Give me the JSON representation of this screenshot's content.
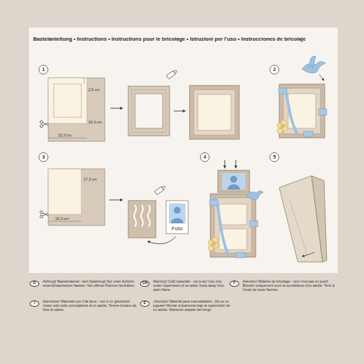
{
  "diagram": {
    "title": "Bastelanleitung • Instructions • Instructions pour le bricolage • Istruzioni per l’uso • Instrucciones de bricolaje",
    "nodes": [
      {
        "text": [
          "1"
        ]
      },
      {
        "text": [
          "2"
        ]
      },
      {
        "text": [
          "3"
        ]
      },
      {
        "text": [
          "Foto"
        ]
      },
      {
        "text": [
          "4"
        ]
      },
      {
        "text": [
          "5"
        ]
      },
      {
        "text": [
          "D"
        ]
      },
      {
        "text": [
          "GB"
        ]
      },
      {
        "text": [
          "F"
        ]
      },
      {
        "text": [
          "I"
        ]
      },
      {
        "text": [
          "E"
        ]
      }
    ],
    "labels": [
      "2,5 cm",
      "20,3 cm",
      "15,3 cm",
      "17,3 cm",
      "15,3 cm",
      "Achtung! Bastelmaterial - kein Spielzeug! Nur unter Aufsicht eines Erwachsenen basteln. Von offener Flamme fernhalten.",
      "Warning! Craft materials - not a toy! Use only under supervision of an adult. Keep away from open flame.",
      "Attention! Matériel de bricolage - ceci n’est pas un jouet! Bricoler uniquement sous la surveillance d’un adulte. Tenir à l’écart de toute flamme.",
      "Attenzione! Materiale per il fai da te - non è un giocattolo! Usare solo sotto sorveglianza di un adulto. Tenere lontano da fonti di calore.",
      "¡Atención! Material para manualidades. ¡No es un juguete! Montar únicamente bajo la supervisión de un adulto. Mantener alejado del fuego."
    ]
  }
}
